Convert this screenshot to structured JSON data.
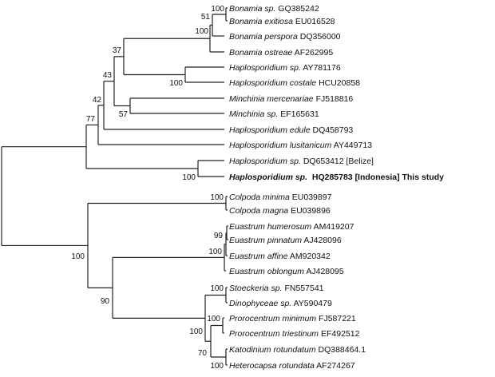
{
  "leaves": [
    {
      "species": "Bonamia sp.",
      "accession": "GQ385242"
    },
    {
      "species": "Bonamia exitiosa",
      "accession": "EU016528"
    },
    {
      "species": "Bonamia perspora",
      "accession": "DQ356000"
    },
    {
      "species": "Bonamia ostreae",
      "accession": "AF262995"
    },
    {
      "species": "Haplosporidium sp.",
      "accession": "AY781176"
    },
    {
      "species": "Haplosporidium costale",
      "accession": "HCU20858"
    },
    {
      "species": "Minchinia mercenariae",
      "accession": "FJ518816"
    },
    {
      "species": "Minchinia sp.",
      "accession": "EF165631"
    },
    {
      "species": "Haplosporidium edule",
      "accession": "DQ458793"
    },
    {
      "species": "Haplosporidium lusitanicum",
      "accession": "AY449713"
    },
    {
      "species": "Haplosporidium sp.",
      "accession": "DQ653412 [Belize]"
    },
    {
      "species": "Haplosporidium sp.",
      "accession": "HQ285783 [Indonesia] This study",
      "bold": true
    },
    {
      "species": "Colpoda minima",
      "accession": "EU039897"
    },
    {
      "species": "Colpoda magna",
      "accession": "EU039896"
    },
    {
      "species": "Euastrum humerosum",
      "accession": "AM419207"
    },
    {
      "species": "Euastrum pinnatum",
      "accession": "AJ428096"
    },
    {
      "species": "Euastrum affine",
      "accession": "AM920342"
    },
    {
      "species": "Euastrum oblongum",
      "accession": "AJ428095"
    },
    {
      "species": "Stoeckeria sp.",
      "accession": "FN557541"
    },
    {
      "species": "Dinophyceae sp.",
      "accession": "AY590479"
    },
    {
      "species": "Prorocentrum minimum",
      "accession": "FJ587221"
    },
    {
      "species": "Prorocentrum triestinum",
      "accession": "EF492512"
    },
    {
      "species": "Katodinium rotundatum",
      "accession": "DQ388464.1"
    },
    {
      "species": "Heterocapsa rotundata",
      "accession": "AF274267"
    }
  ],
  "bootstraps": {
    "A": "100",
    "B": "51",
    "C": "100",
    "D": "100",
    "E": "37",
    "F": "57",
    "G": "43",
    "H": "42",
    "I": "77",
    "J": "100",
    "M": "100",
    "P1": "99",
    "P3": "100",
    "S": "100",
    "T": "100",
    "U": "100",
    "V": "70",
    "W": "100",
    "Q": "90",
    "R": "100"
  }
}
